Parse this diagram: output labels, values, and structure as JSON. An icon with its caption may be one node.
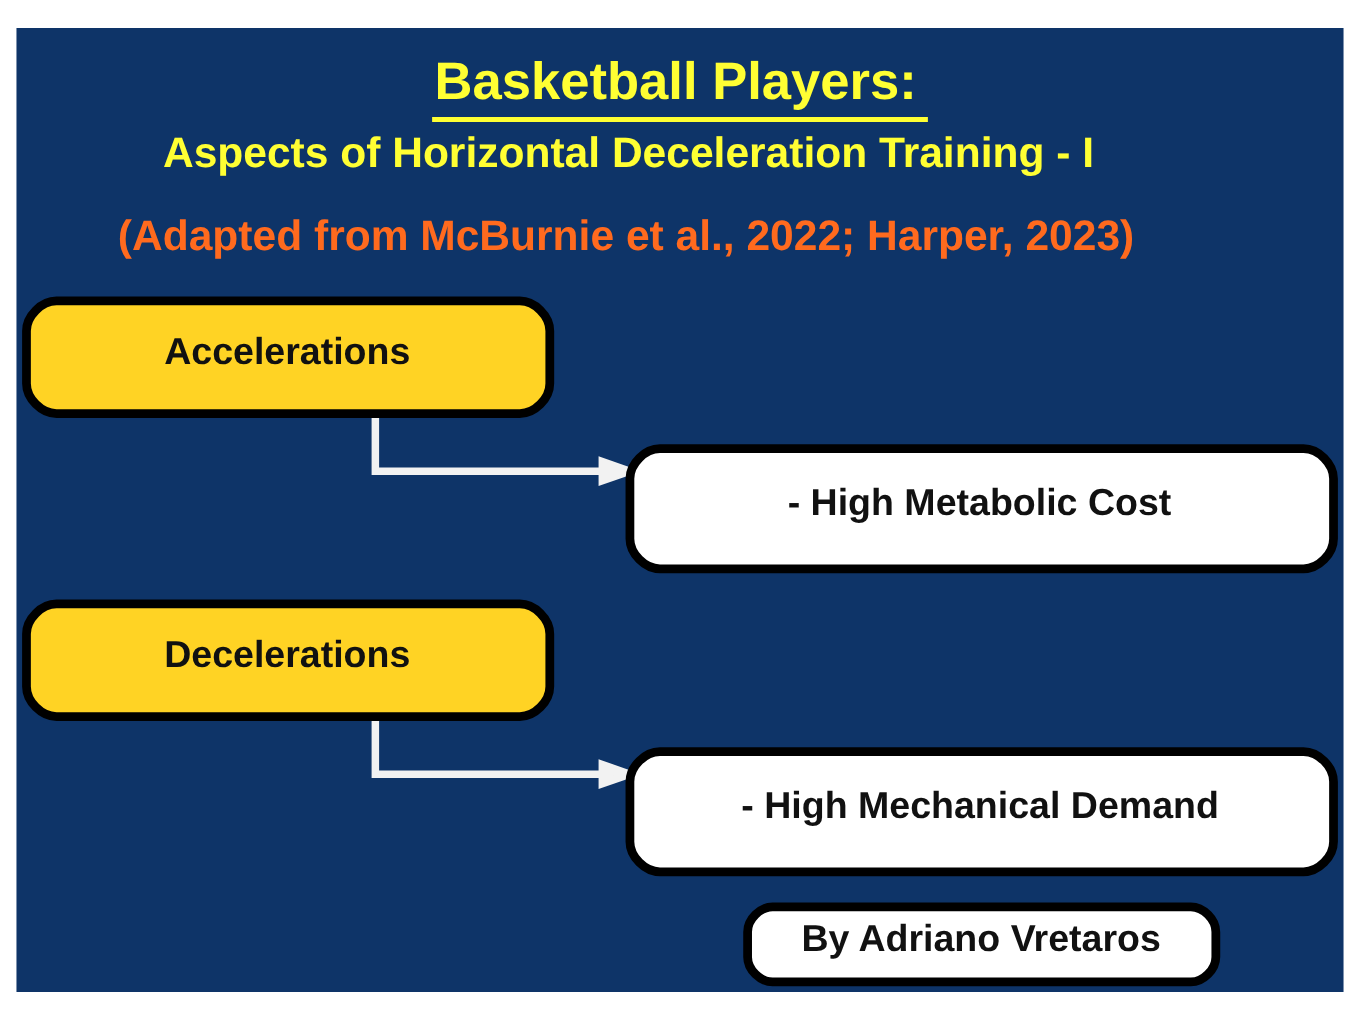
{
  "diagram": {
    "title": "Basketball Players:",
    "nodes": [
      {
        "text": [
          "Accelerations"
        ]
      },
      {
        "text": [
          "- High Metabolic Cost"
        ]
      },
      {
        "text": [
          "Decelerations"
        ]
      },
      {
        "text": [
          "- High Mechanical Demand"
        ]
      },
      {
        "text": [
          "By Adriano Vretaros"
        ]
      }
    ],
    "edges": [
      {
        "from": 0,
        "to": 1,
        "arrow": "to"
      },
      {
        "from": 2,
        "to": 3,
        "arrow": "to"
      }
    ],
    "labels": [
      "Aspects of Horizontal Deceleration Training - I",
      "(Adapted from McBurnie et al., 2022; Harper, 2023)"
    ]
  }
}
